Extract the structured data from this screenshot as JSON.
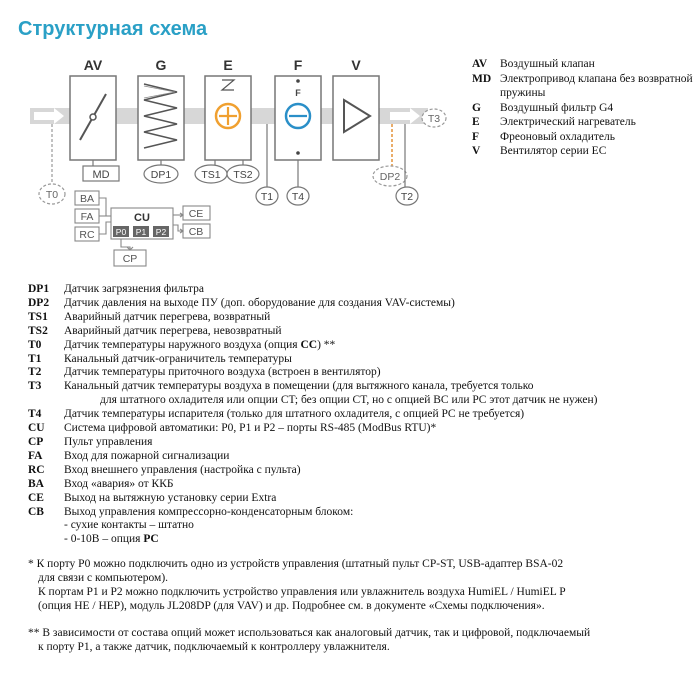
{
  "title": "Структурная схема",
  "diagram": {
    "blocks": {
      "av": "AV",
      "g": "G",
      "e": "E",
      "f": "F",
      "v": "V",
      "md": "MD",
      "f_sign": "F"
    },
    "sensors": {
      "t0": "T0",
      "t1": "T1",
      "t2": "T2",
      "t3": "T3",
      "t4": "T4",
      "dp1": "DP1",
      "dp2": "DP2",
      "ts1": "TS1",
      "ts2": "TS2"
    },
    "control": {
      "cu": "CU",
      "ba": "BA",
      "fa": "FA",
      "rc": "RC",
      "ce": "CE",
      "cb": "CB",
      "cp": "CP",
      "p0": "P0",
      "p1": "P1",
      "p2": "P2"
    }
  },
  "legend_top": [
    {
      "key": "AV",
      "text": "Воздушный клапан"
    },
    {
      "key": "MD",
      "text": "Электропривод клапана без возвратной пружины"
    },
    {
      "key": "G",
      "text": "Воздушный фильтр G4"
    },
    {
      "key": "E",
      "text": "Электрический нагреватель"
    },
    {
      "key": "F",
      "text": "Фреоновый охладитель"
    },
    {
      "key": "V",
      "text": "Вентилятор серии EC"
    }
  ],
  "legend": {
    "dp1": {
      "key": "DP1",
      "text": "Датчик загрязнения фильтра"
    },
    "dp2": {
      "key": "DP2",
      "text": "Датчик давления на выходе ПУ (доп. оборудование для создания VAV-системы)"
    },
    "ts1": {
      "key": "TS1",
      "text": "Аварийный датчик перегрева, возвратный"
    },
    "ts2": {
      "key": "TS2",
      "text": "Аварийный датчик перегрева, невозвратный"
    },
    "t0": {
      "key": "T0",
      "text_a": "Датчик температуры наружного воздуха (опция ",
      "text_b": "CC",
      "text_c": ") **"
    },
    "t1": {
      "key": "T1",
      "text": "Канальный датчик-ограничитель температуры"
    },
    "t2": {
      "key": "T2",
      "text": "Датчик температуры приточного воздуха (встроен в вентилятор)"
    },
    "t3": {
      "key": "T3",
      "text": "Канальный датчик температуры воздуха в помещении (для вытяжного канала, требуется только",
      "cont": "для штатного охладителя или опции CT; без опции CT, но с опцией BC или PC этот датчик не нужен)"
    },
    "t4": {
      "key": "T4",
      "text": "Датчик температуры испарителя (только для штатного охладителя, с опцией PC не требуется)"
    },
    "cu": {
      "key": "CU",
      "text": "Система цифровой автоматики: P0, P1 и P2 – порты RS-485 (ModBus RTU)*"
    },
    "cp": {
      "key": "CP",
      "text": "Пульт управления"
    },
    "fa": {
      "key": "FA",
      "text": "Вход для пожарной сигнализации"
    },
    "rc": {
      "key": "RC",
      "text": "Вход внешнего управления (настройка с пульта)"
    },
    "ba": {
      "key": "BA",
      "text": "Вход «авария» от ККБ"
    },
    "ce": {
      "key": "CE",
      "text": "Выход на вытяжную установку серии Extra"
    },
    "cb": {
      "key": "CB",
      "text": "Выход управления компрессорно-конденсаторным блоком:",
      "sub1": "- сухие контакты – штатно",
      "sub2_a": "- 0-10В – опция ",
      "sub2_b": "PC"
    }
  },
  "notes": {
    "n1_l1": "* К порту P0 можно подключить одно из устройств управления (штатный пульт CP-ST, USB-адаптер BSA-02",
    "n1_l2": "для связи с компьютером).",
    "n1_l3": "К портам P1 и P2 можно подключить устройство управления или увлажнитель воздуха HumiEL /  HumiEL P",
    "n1_l4": "(опция HE / HEP), модуль JL208DP (для VAV) и др. Подробнее см. в документе «Схемы подключения».",
    "n2_l1": "** В зависимости от состава опций может использоваться как аналоговый датчик, так и цифровой, подключаемый",
    "n2_l2": "к порту P1, а также датчик, подключаемый к контроллеру увлажнителя."
  },
  "colors": {
    "title": "#2aa0c6",
    "duct": "#d7d7d7",
    "heater": "#f0a030",
    "cooler": "#2a8fc8",
    "dp2_line": "#e08a2a",
    "port": "#666666"
  }
}
